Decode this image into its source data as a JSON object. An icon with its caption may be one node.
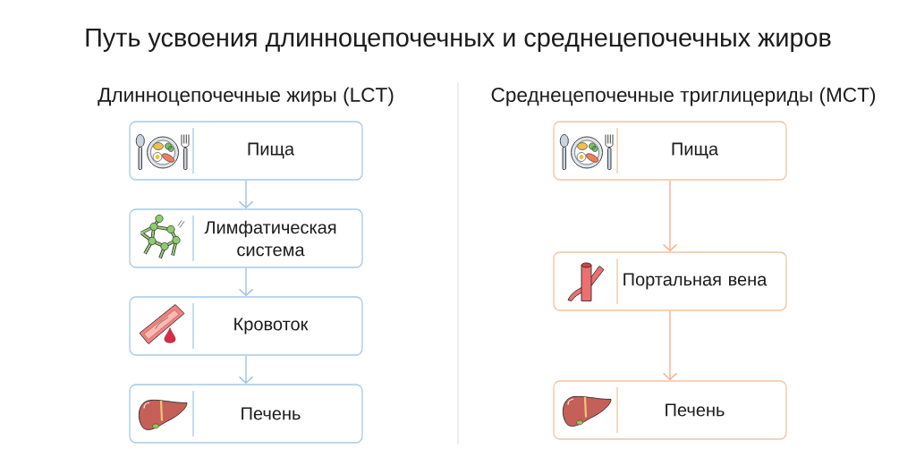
{
  "diagram": {
    "title": "Путь усвоения длинноцепочечных и среднецепочечных жиров",
    "nodes": [
      {
        "text": [
          "Пища"
        ]
      },
      {
        "text": [
          "Лимфатическая система"
        ]
      },
      {
        "text": [
          "Кровоток"
        ]
      },
      {
        "text": [
          "Печень"
        ]
      },
      {
        "text": [
          "Пища"
        ]
      },
      {
        "text": [
          "Портальная вена"
        ]
      },
      {
        "text": [
          "Печень"
        ]
      }
    ],
    "edges": [
      {
        "from": 0,
        "to": 1,
        "arrow": "to"
      },
      {
        "from": 1,
        "to": 2,
        "arrow": "to"
      },
      {
        "from": 2,
        "to": 3,
        "arrow": "to"
      },
      {
        "from": 4,
        "to": 5,
        "arrow": "to",
        "color": "#f2b28c"
      },
      {
        "from": 5,
        "to": 6,
        "arrow": "to",
        "color": "#f2b28c"
      }
    ],
    "labels": [
      "Длинноцепочечные жиры (LCT)",
      "Среднецепочечные триглицериды (MCT)"
    ]
  }
}
